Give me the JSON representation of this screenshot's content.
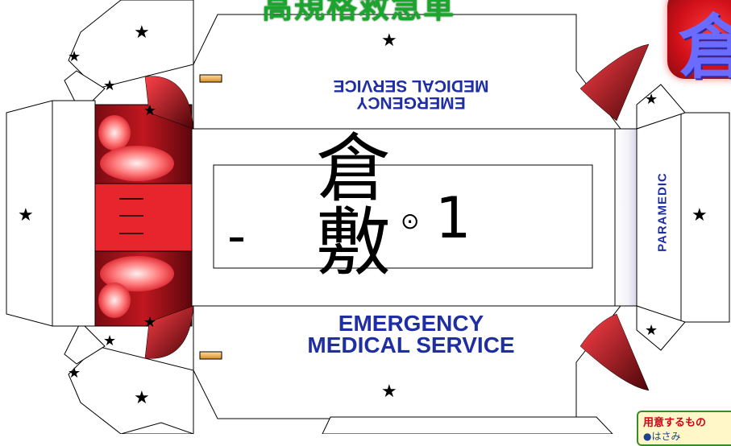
{
  "title": "高規格救急車",
  "badge_kanji": "倉",
  "roof": {
    "city_kanji": "倉敷",
    "dash": "-",
    "circle": "⊙",
    "number": "1"
  },
  "ems_bottom": {
    "line1": "EMERGENCY",
    "line2": "MEDICAL  SERVICE"
  },
  "ems_top": {
    "line1": "EMERGENCY",
    "line2": "MEDICAL  SERVICE"
  },
  "side_label": "PARAMEDIC",
  "needs_box": {
    "title": "用意するもの",
    "item": "●はさみ"
  },
  "star_glyph": "★",
  "colors": {
    "title_green": "#1aa52c",
    "ems_blue": "#1f2fa3",
    "lamp_red": "#d1101a",
    "needs_red": "#d00018"
  }
}
